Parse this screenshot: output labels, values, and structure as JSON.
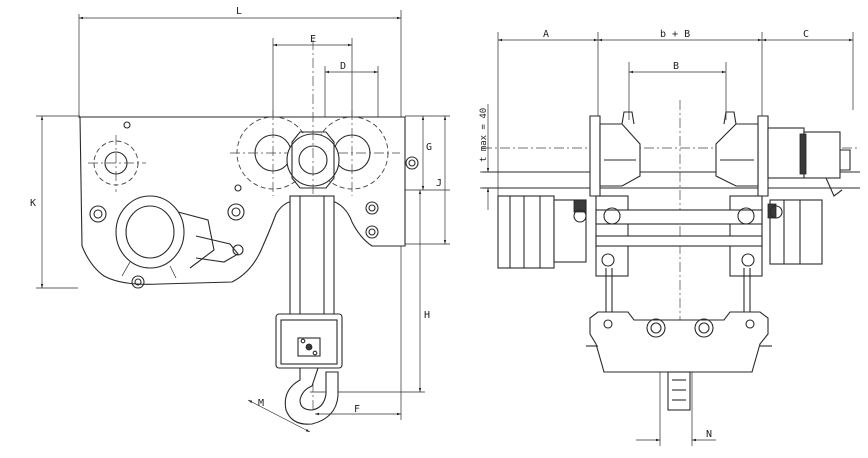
{
  "drawing": {
    "dimensions": {
      "L": "L",
      "E": "E",
      "D": "D",
      "G": "G",
      "J": "J",
      "K": "K",
      "H": "H",
      "F": "F",
      "M": "M",
      "A": "A",
      "bB": "b + B",
      "C": "C",
      "B": "B",
      "tmax": "t max = 40",
      "N": "N"
    }
  }
}
